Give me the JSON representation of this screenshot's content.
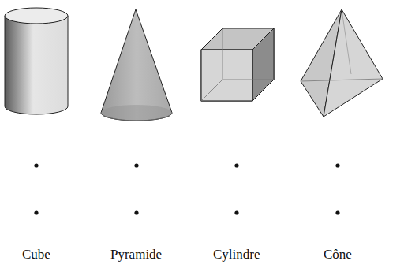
{
  "diagram": {
    "labels": [
      "Cube",
      "Pyramide",
      "Cylindre",
      "Cône"
    ]
  }
}
